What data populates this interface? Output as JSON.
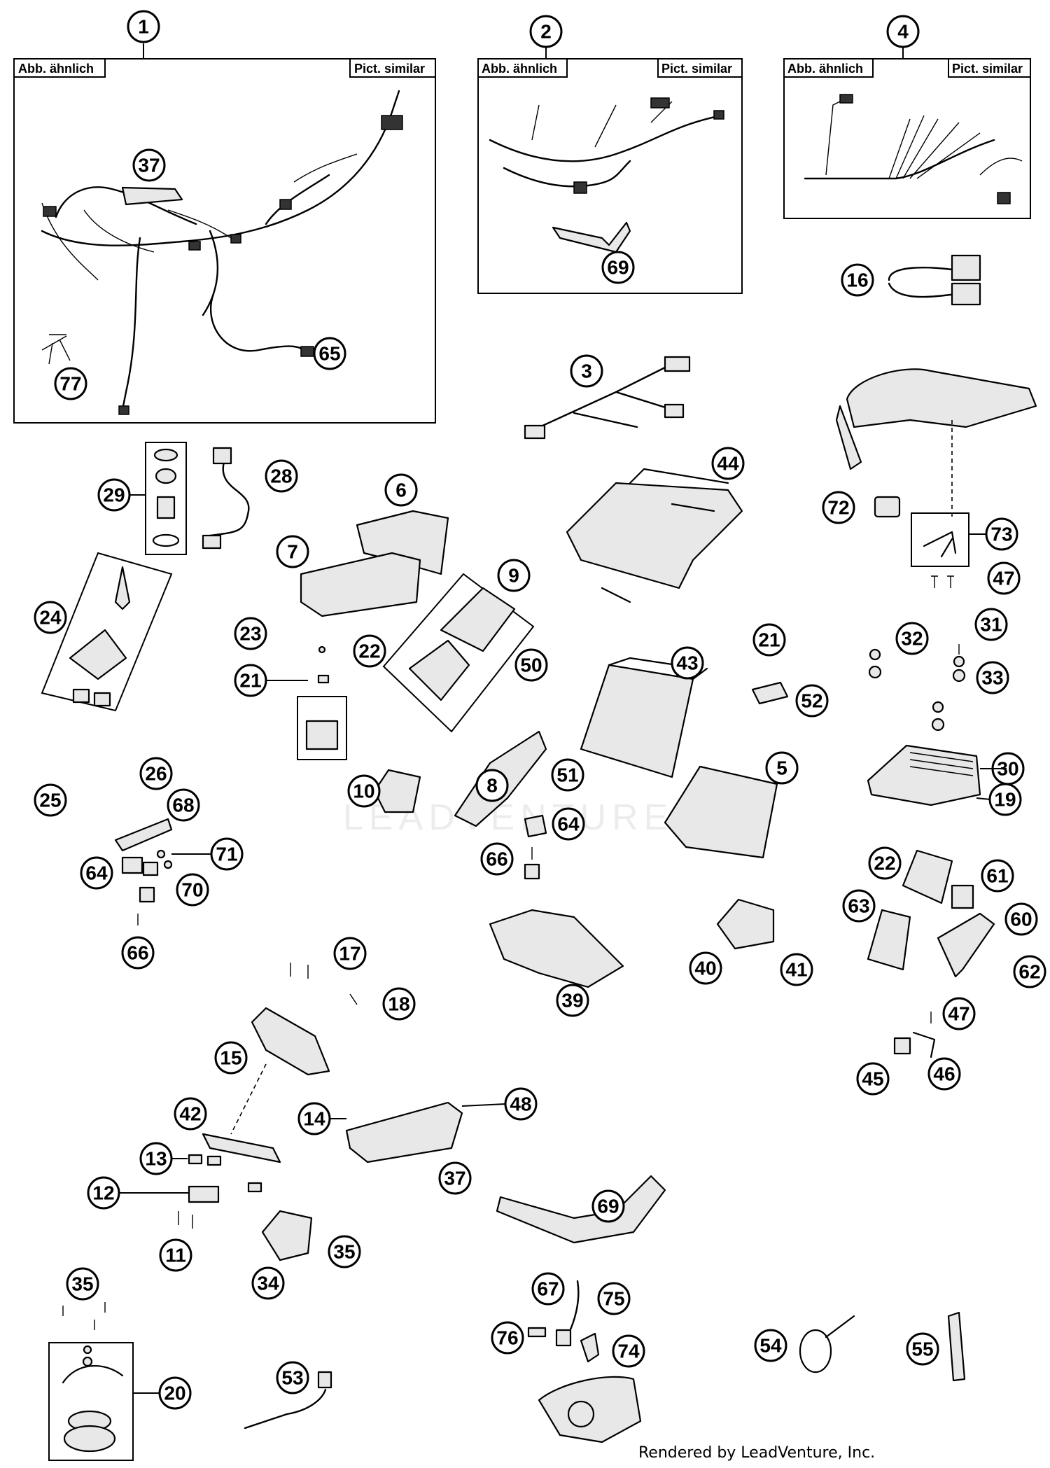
{
  "box_labels": {
    "left": "Abb. ähnlich",
    "right": "Pict. similar"
  },
  "callouts": {
    "c1": "1",
    "c2": "2",
    "c4": "4",
    "c37a": "37",
    "c65": "65",
    "c77": "77",
    "c69a": "69",
    "c16": "16",
    "c3": "3",
    "c44": "44",
    "c28": "28",
    "c29": "29",
    "c6": "6",
    "c7": "7",
    "c9": "9",
    "c72": "72",
    "c73": "73",
    "c47a": "47",
    "c24": "24",
    "c23": "23",
    "c22a": "22",
    "c50": "50",
    "c43": "43",
    "c21a": "21",
    "c21b": "21",
    "c52": "52",
    "c32": "32",
    "c31": "31",
    "c33": "33",
    "c26": "26",
    "c51": "51",
    "c10": "10",
    "c8": "8",
    "c5": "5",
    "c30": "30",
    "c25": "25",
    "c19": "19",
    "c68": "68",
    "c64a": "64",
    "c64b": "64",
    "c71": "71",
    "c66a": "66",
    "c70": "70",
    "c66b": "66",
    "c22b": "22",
    "c61": "61",
    "c63": "63",
    "c60": "60",
    "c17": "17",
    "c40": "40",
    "c41": "41",
    "c62": "62",
    "c39": "39",
    "c18": "18",
    "c47b": "47",
    "c15": "15",
    "c45": "45",
    "c46": "46",
    "c42": "42",
    "c14": "14",
    "c48": "48",
    "c13": "13",
    "c37b": "37",
    "c12": "12",
    "c69b": "69",
    "c11": "11",
    "c35a": "35",
    "c34": "34",
    "c35b": "35",
    "c67": "67",
    "c75": "75",
    "c76": "76",
    "c74": "74",
    "c54": "54",
    "c55": "55",
    "c20": "20",
    "c53": "53"
  },
  "watermark": "LEADVENTURE",
  "credit": "Rendered by LeadVenture, Inc."
}
